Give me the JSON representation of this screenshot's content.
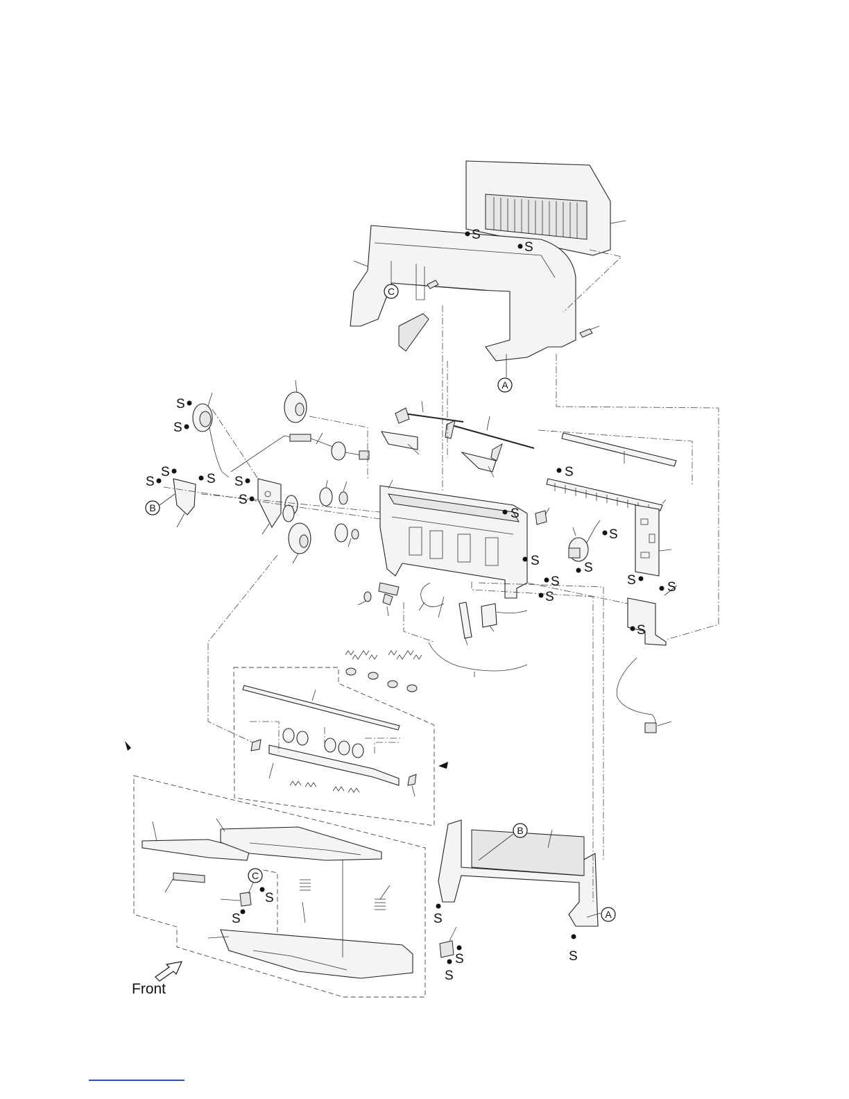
{
  "labels": {
    "screw": "S",
    "connector_a": "A",
    "connector_b": "B",
    "connector_c": "C",
    "front": "Front"
  },
  "icons": {
    "front_arrow": "front-direction-arrow-icon",
    "pointer_left": "triangle-pointer-icon",
    "pointer_right": "triangle-pointer-icon"
  },
  "colors": {
    "line": "#222222",
    "footer_link": "#2d4fc4"
  }
}
